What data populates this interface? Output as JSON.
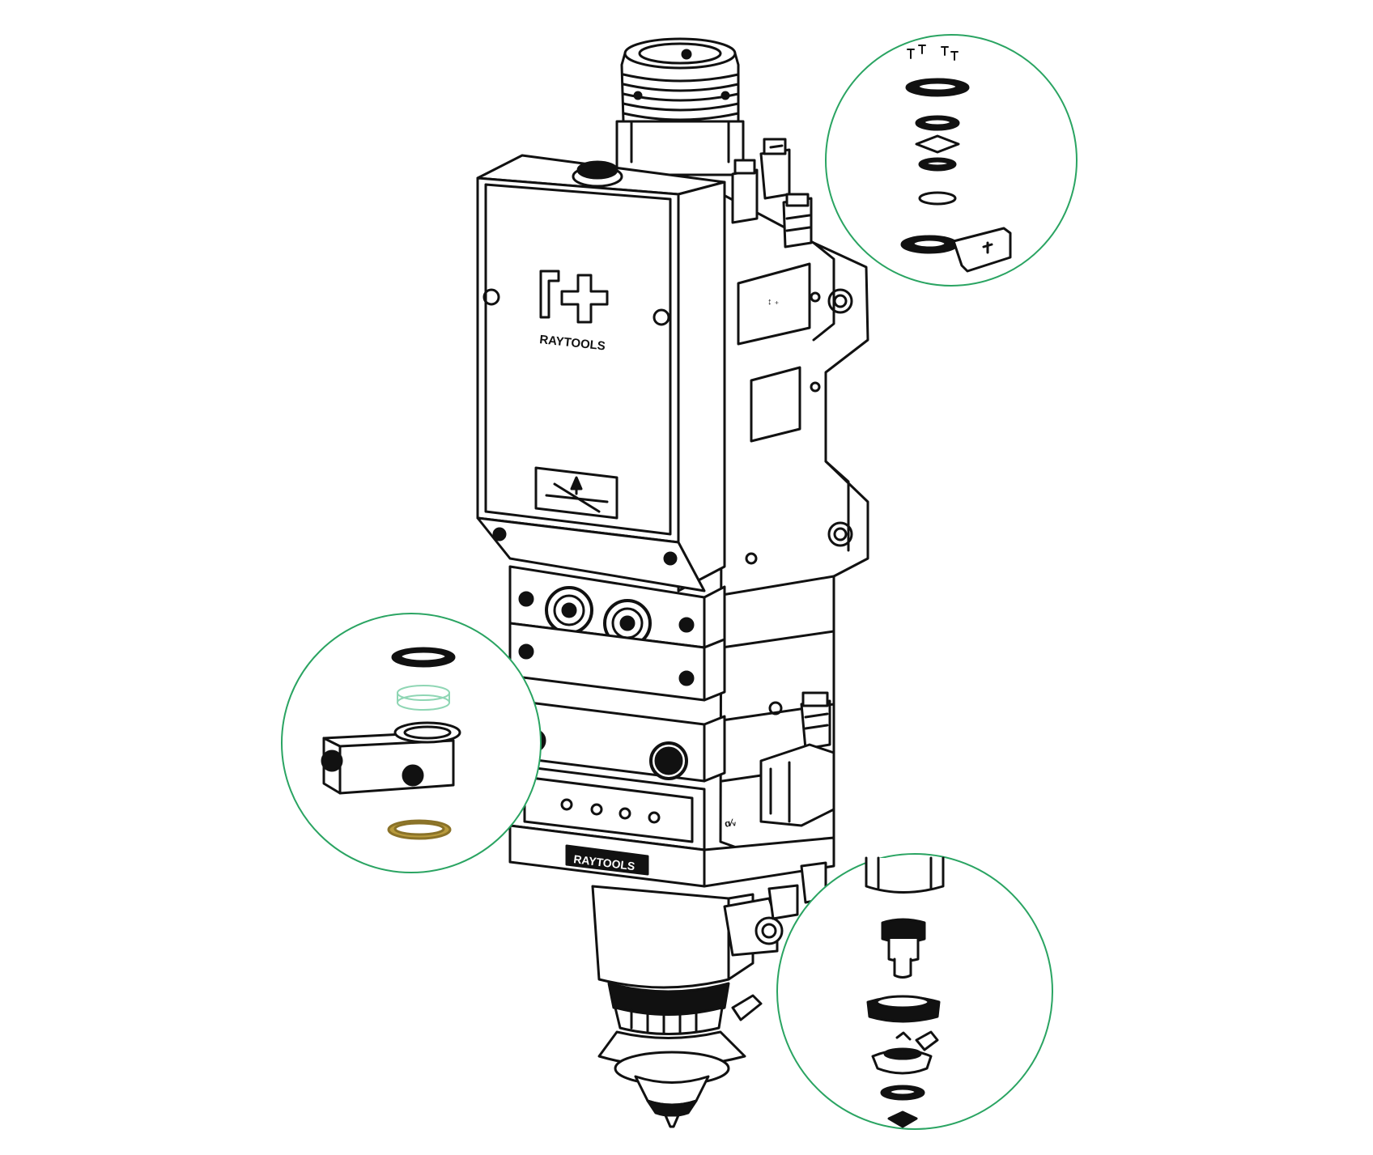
{
  "brand": {
    "name_head": "RAYTOOLS",
    "name_badge": "RAYTOOLS",
    "outline_color": "#111111",
    "detail_circle_color": "#2aa462",
    "seal_ring_color": "#b89a3c",
    "lens_color": "#8fd6b4"
  },
  "detail_views": [
    {
      "id": "top-right",
      "parts": [
        "screws",
        "gasket",
        "o-ring",
        "lens",
        "o-ring",
        "spacer-ring",
        "lens-holder-clip"
      ]
    },
    {
      "id": "left",
      "parts": [
        "o-ring",
        "protective-lens",
        "drawer-holder",
        "gold-seal-ring"
      ]
    },
    {
      "id": "bottom-right",
      "parts": [
        "nozzle-body",
        "connector",
        "ceramic-cap",
        "nozzle-holder",
        "ring",
        "nozzle-tip"
      ]
    }
  ]
}
